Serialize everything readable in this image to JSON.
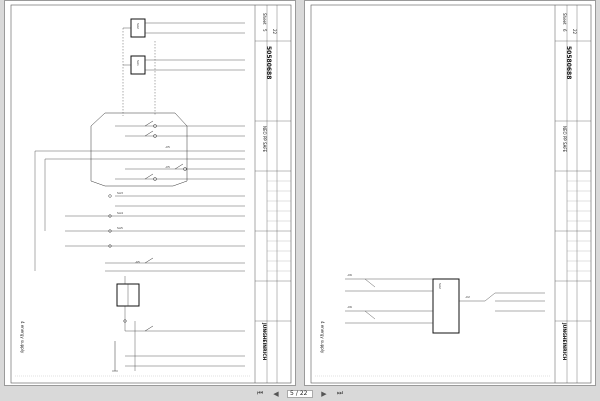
{
  "viewer": {
    "current_page": "5",
    "page_separator": "/",
    "total_pages": "22",
    "first_icon": "first-page-icon",
    "prev_icon": "prev-page-icon",
    "next_icon": "next-page-icon",
    "last_icon": "last-page-icon"
  },
  "left_sheet": {
    "sheet_label": "Sheet",
    "sheet_number": "5",
    "sheet_total": "22",
    "drawing_number": "50580688",
    "title": "NEO PP SAFE",
    "section_title": "4 energy supply",
    "brand": "JUNGHEINRICH",
    "components": [
      "SA2",
      "SA1",
      "SA3",
      "SA4",
      "SA5"
    ]
  },
  "right_sheet": {
    "sheet_label": "Sheet",
    "sheet_number": "6",
    "sheet_total": "22",
    "drawing_number": "50580688",
    "title": "NEO PP SAFE",
    "section_title": "4 energy supply",
    "brand": "JUNGHEINRICH",
    "components": [
      "SA2"
    ]
  },
  "colors": {
    "background": "#d9d9d9",
    "page": "#ffffff",
    "line": "#333333"
  }
}
